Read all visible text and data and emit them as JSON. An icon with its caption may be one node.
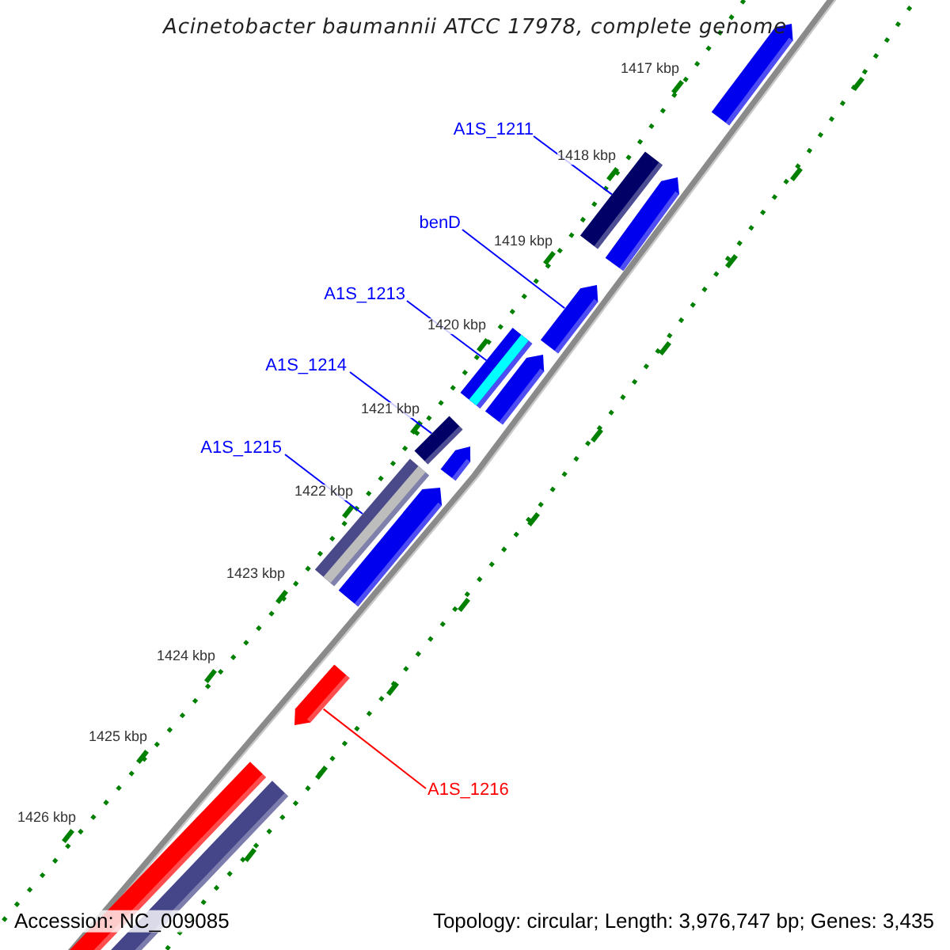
{
  "diagram": {
    "title": "Acinetobacter baumannii ATCC 17978, complete genome",
    "nodes": [
      {
        "text": [
          "A1S_1211"
        ]
      },
      {
        "text": [
          "benD"
        ]
      },
      {
        "text": [
          "A1S_1213"
        ]
      },
      {
        "text": [
          "A1S_1214"
        ]
      },
      {
        "text": [
          "A1S_1215"
        ]
      },
      {
        "text": [
          "A1S_1216"
        ]
      },
      {
        "text": [],
        "shape": "bar"
      },
      {
        "text": [],
        "shape": "bar"
      },
      {
        "text": [],
        "shape": "bar"
      },
      {
        "text": [],
        "shape": "bar"
      },
      {
        "text": [],
        "shape": "bar"
      },
      {
        "text": [],
        "shape": "bar"
      }
    ],
    "edges": [
      {
        "from": 0,
        "to": 6,
        "arrow": "none"
      },
      {
        "from": 1,
        "to": 7,
        "arrow": "none"
      },
      {
        "from": 2,
        "to": 8,
        "arrow": "none"
      },
      {
        "from": 3,
        "to": 9,
        "arrow": "none"
      },
      {
        "from": 4,
        "to": 10,
        "arrow": "none"
      },
      {
        "from": 5,
        "to": 11,
        "arrow": "none",
        "color": "#ff0000"
      }
    ],
    "labels": [
      "1417 kbp",
      "1418 kbp",
      "1419 kbp",
      "1420 kbp",
      "1421 kbp",
      "1422 kbp",
      "1423 kbp",
      "1424 kbp",
      "1425 kbp",
      "1426 kbp",
      "Accession: NC_009085",
      "Topology: circular; Length: 3,976,747 bp; Genes: 3,435"
    ]
  }
}
